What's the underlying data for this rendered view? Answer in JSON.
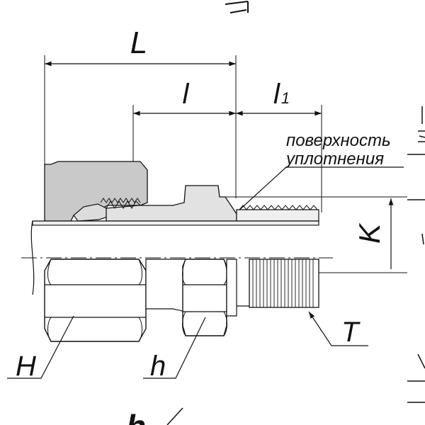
{
  "dimensions": {
    "overall_length": "L",
    "body_length": "l",
    "thread_length_main": "l",
    "thread_length_sub": "1",
    "thread_height": "K"
  },
  "callouts": {
    "sealing_surface_line1": "поверхность",
    "sealing_surface_line2": "уплотнения",
    "nut_hex": "H",
    "body_hex": "h",
    "thread": "T",
    "cut_off_bottom": "h"
  },
  "colors": {
    "nut_section": "#c9c9c9",
    "body_section": "#e2e2e2",
    "tube": "#efefef",
    "outline": "#1a1a1a"
  }
}
